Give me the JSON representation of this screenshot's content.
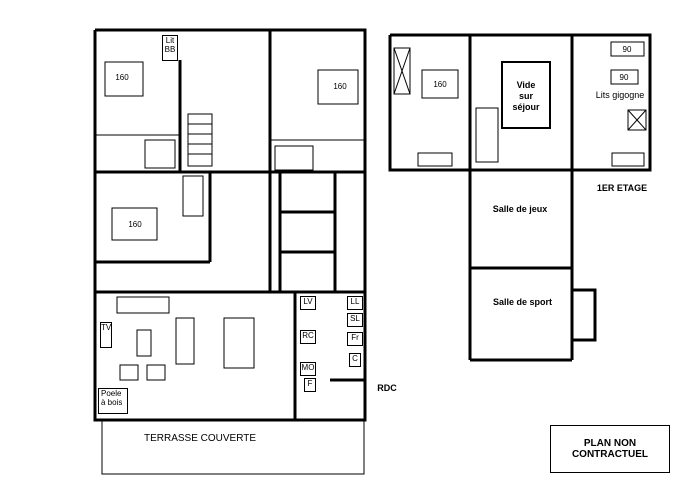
{
  "levels": {
    "ground_floor": "RDC",
    "first_floor": "1ER ETAGE"
  },
  "rooms": {
    "covered_terrace": "TERRASSE COUVERTE",
    "game_room": "Salle de jeux",
    "sport_room": "Salle de sport",
    "void_over_living": "Vide\nsur\nséjour",
    "bunk_beds": "Lits gigogne"
  },
  "bed_sizes": {
    "rdc_top_left": "160",
    "rdc_top_right": "160",
    "rdc_middle_left": "160",
    "first_floor_left": "160",
    "bunk_upper": "90",
    "bunk_lower": "90"
  },
  "appliances": {
    "bunk_rdc": "Lit\nBB",
    "tv": "TV",
    "dishwasher": "LV",
    "fridge": "RC",
    "microwave": "MO",
    "oven": "F",
    "washer": "LL",
    "dryer": "SL",
    "freezer": "Fr",
    "boiler": "C",
    "stove": "Poele\nà bois"
  },
  "notice": "PLAN NON\nCONTRACTUEL"
}
